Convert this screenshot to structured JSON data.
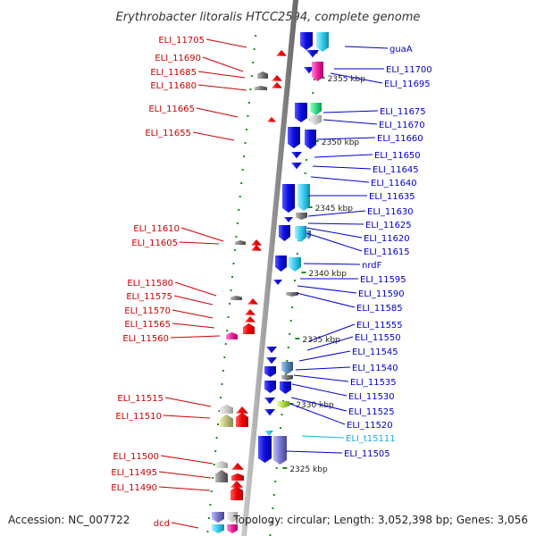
{
  "title": "Erythrobacter litoralis HTCC2594, complete genome",
  "accession": "Accession: NC_007722",
  "summary": "Topology: circular; Length: 3,052,398 bp; Genes: 3,056",
  "colors": {
    "backbone": "#999999",
    "tick": "#1a8c1a",
    "forward_label": "#0000cc",
    "reverse_label": "#cc0000",
    "trna_label": "#22aadd",
    "ruler_text": "#222222"
  },
  "ruler_labels": [
    "2355 kbp",
    "2350 kbp",
    "2345 kbp",
    "2340 kbp",
    "2335 kbp",
    "2330 kbp",
    "2325 kbp"
  ],
  "forward_genes": [
    "guaA",
    "ELI_11700",
    "ELI_11695",
    "ELI_11675",
    "ELI_11670",
    "ELI_11660",
    "ELI_11650",
    "ELI_11645",
    "ELI_11640",
    "ELI_11635",
    "ELI_11630",
    "ELI_11625",
    "ELI_11620",
    "ELI_11615",
    "nrdF",
    "ELI_11595",
    "ELI_11590",
    "ELI_11585",
    "ELI_11555",
    "ELI_11550",
    "ELI_11545",
    "ELI_11540",
    "ELI_11535",
    "ELI_11530",
    "ELI_11525",
    "ELI_11520",
    "ELI_t15111",
    "ELI_11505"
  ],
  "reverse_genes": [
    "ELI_11705",
    "ELI_11690",
    "ELI_11685",
    "ELI_11680",
    "ELI_11665",
    "ELI_11655",
    "ELI_11610",
    "ELI_11605",
    "ELI_11580",
    "ELI_11575",
    "ELI_11570",
    "ELI_11565",
    "ELI_11560",
    "ELI_11515",
    "ELI_11510",
    "ELI_11500",
    "ELI_11495",
    "ELI_11490",
    "dcd"
  ]
}
